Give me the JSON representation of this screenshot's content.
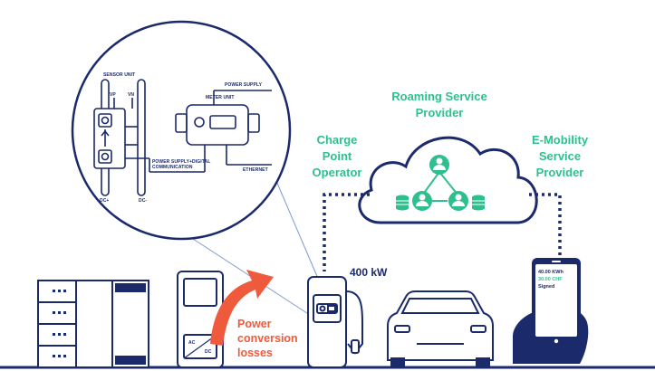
{
  "colors": {
    "navy": "#1b2a6b",
    "green": "#2fbf8f",
    "red": "#ef5a3c",
    "line_blue": "#7d9ad0",
    "background": "#ffffff"
  },
  "labels": {
    "roaming": [
      "Roaming Service",
      "Provider"
    ],
    "cpo": [
      "Charge",
      "Point",
      "Operator"
    ],
    "emsp": [
      "E-Mobility",
      "Service",
      "Provider"
    ],
    "power_kw": "400 kW",
    "losses": [
      "Power",
      "conversion",
      "losses"
    ]
  },
  "detail": {
    "sensor_unit": "SENSOR UNIT",
    "vp": "VP",
    "vn": "VN",
    "power_supply": "POWER SUPPLY",
    "meter_unit": "METER UNIT",
    "comm": [
      "POWER SUPPLY+DIGITAL",
      "COMMUNICATION"
    ],
    "ethernet": "ETHERNET",
    "dc_plus": "DC+",
    "dc_minus": "DC-"
  },
  "phone": {
    "kwh": "40.00 KWh",
    "chf": "30.00 CHF",
    "signed": "Signed"
  },
  "converter": {
    "ac": "AC",
    "dc": "DC"
  },
  "icons": [
    "cloud-icon",
    "user-network-icon",
    "database-icon",
    "battery-rack-icon",
    "converter-icon",
    "charger-icon",
    "car-icon",
    "smartphone-icon",
    "hand-icon",
    "arrow-icon"
  ]
}
